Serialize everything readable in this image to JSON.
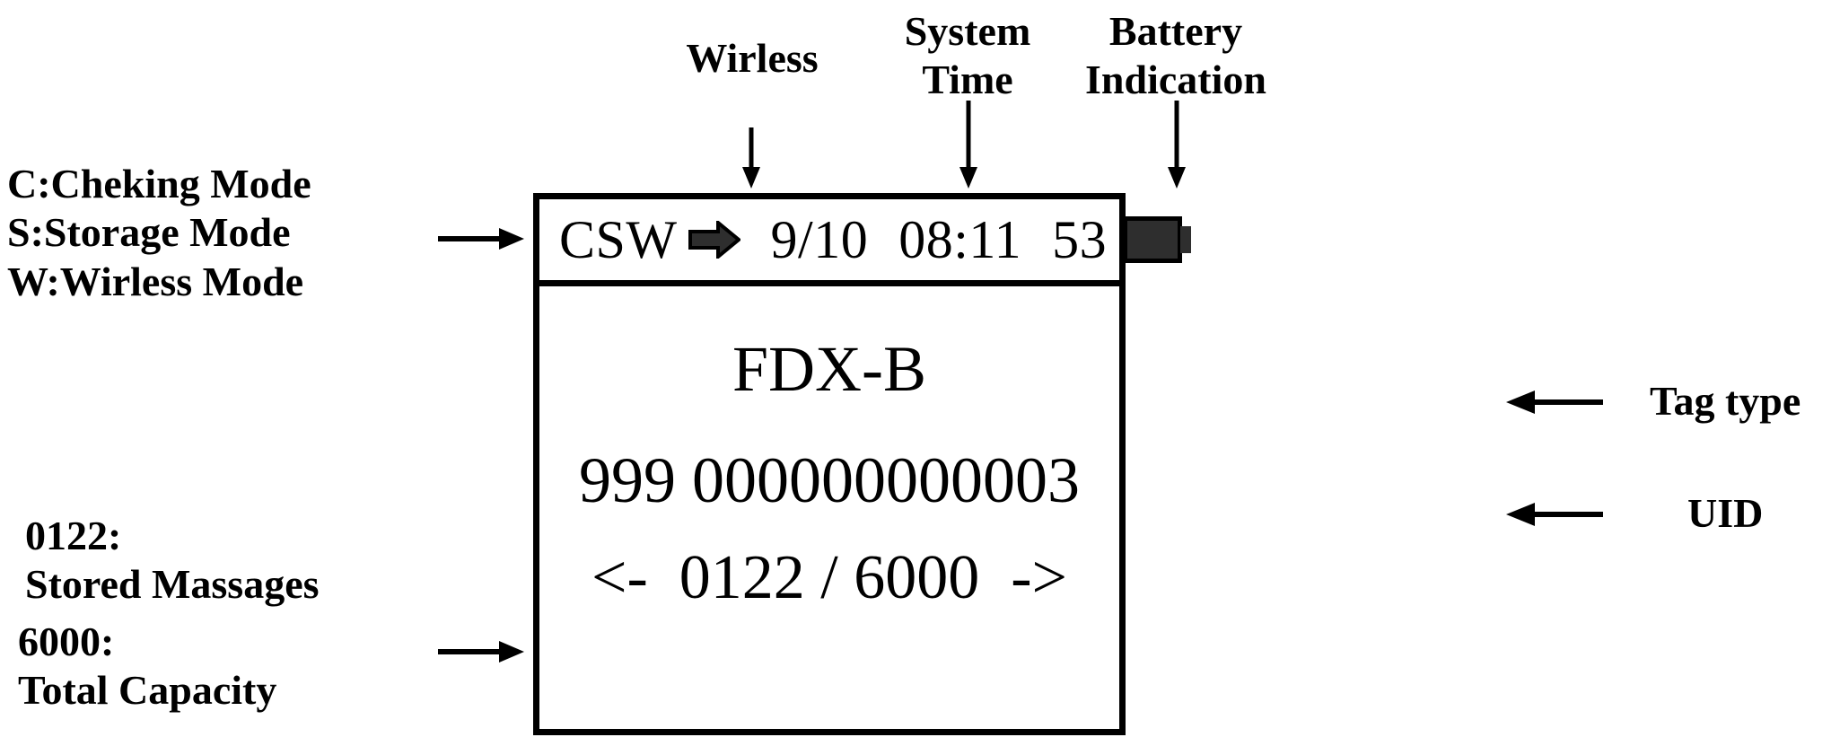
{
  "annotations": {
    "modes": {
      "line1": "C:Cheking Mode",
      "line2": "S:Storage Mode",
      "line3": "W:Wirless Mode"
    },
    "wireless_label": "Wirless",
    "system_time_label_line1": "System",
    "system_time_label_line2": "Time",
    "battery_label_line1": "Battery",
    "battery_label_line2": "Indication",
    "tag_type_label": "Tag type",
    "uid_label": "UID",
    "stored_messages_line1": "0122:",
    "stored_messages_line2": "Stored Massages",
    "total_capacity_line1": "6000:",
    "total_capacity_line2": "Total Capacity"
  },
  "device": {
    "status_bar": {
      "mode": "CSW",
      "wireless_icon": "right-arrow-icon",
      "date": "9/10",
      "time": "08:11",
      "battery_percent": "53",
      "battery_icon": "battery-full-icon"
    },
    "screen": {
      "tag_type": "FDX-B",
      "uid": "999 000000000003",
      "record_prev_arrow": "<-",
      "record_current": "0122",
      "record_separator": "/",
      "record_total": "6000",
      "record_next_arrow": "->"
    }
  },
  "colors": {
    "ink": "#000000",
    "icon_fill": "#2e2e2e",
    "background": "#ffffff"
  }
}
